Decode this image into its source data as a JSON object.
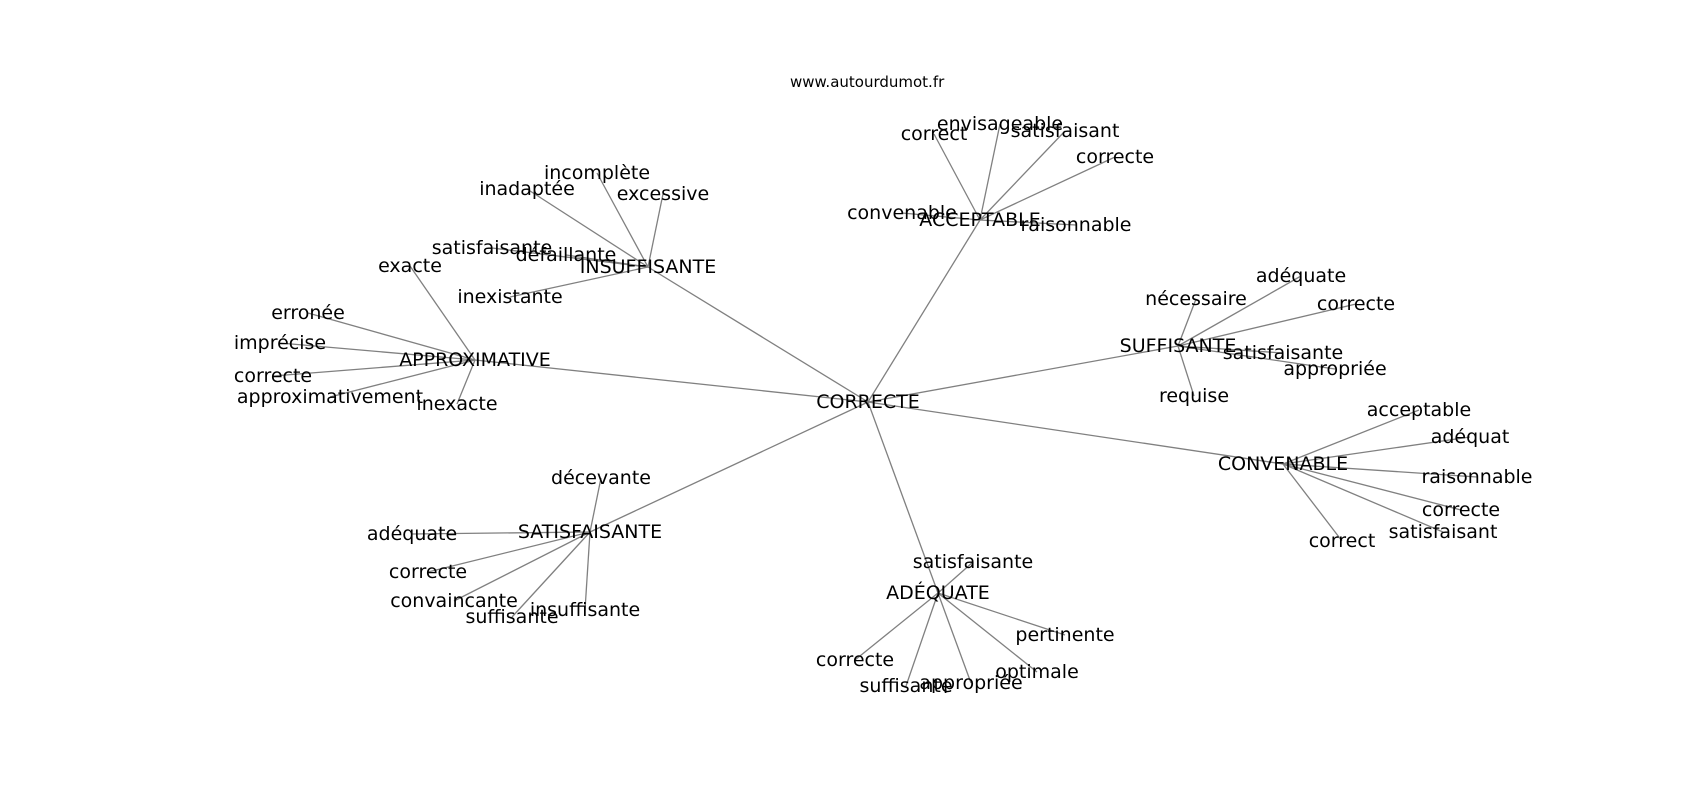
{
  "site": "www.autourdumot.fr",
  "graph": {
    "center": "CORRECTE",
    "clusters": [
      {
        "hub": "ACCEPTABLE",
        "words": [
          "correct",
          "envisageable",
          "satisfaisant",
          "correcte",
          "convenable",
          "raisonnable"
        ]
      },
      {
        "hub": "INSUFFISANTE",
        "words": [
          "incomplète",
          "inadaptée",
          "excessive",
          "satisfaisante",
          "défaillante",
          "inexistante"
        ]
      },
      {
        "hub": "APPROXIMATIVE",
        "words": [
          "exacte",
          "erronée",
          "imprécise",
          "correcte",
          "approximativement",
          "inexacte"
        ]
      },
      {
        "hub": "SUFFISANTE",
        "words": [
          "adéquate",
          "nécessaire",
          "correcte",
          "satisfaisante",
          "appropriée",
          "requise"
        ]
      },
      {
        "hub": "CONVENABLE",
        "words": [
          "acceptable",
          "adéquat",
          "raisonnable",
          "correcte",
          "satisfaisant",
          "correct"
        ]
      },
      {
        "hub": "SATISFAISANTE",
        "words": [
          "décevante",
          "adéquate",
          "correcte",
          "convaincante",
          "suffisante",
          "insuffisante"
        ]
      },
      {
        "hub": "ADÉQUATE",
        "words": [
          "satisfaisante",
          "pertinente",
          "correcte",
          "optimale",
          "suffisante",
          "appropriée"
        ]
      }
    ]
  }
}
